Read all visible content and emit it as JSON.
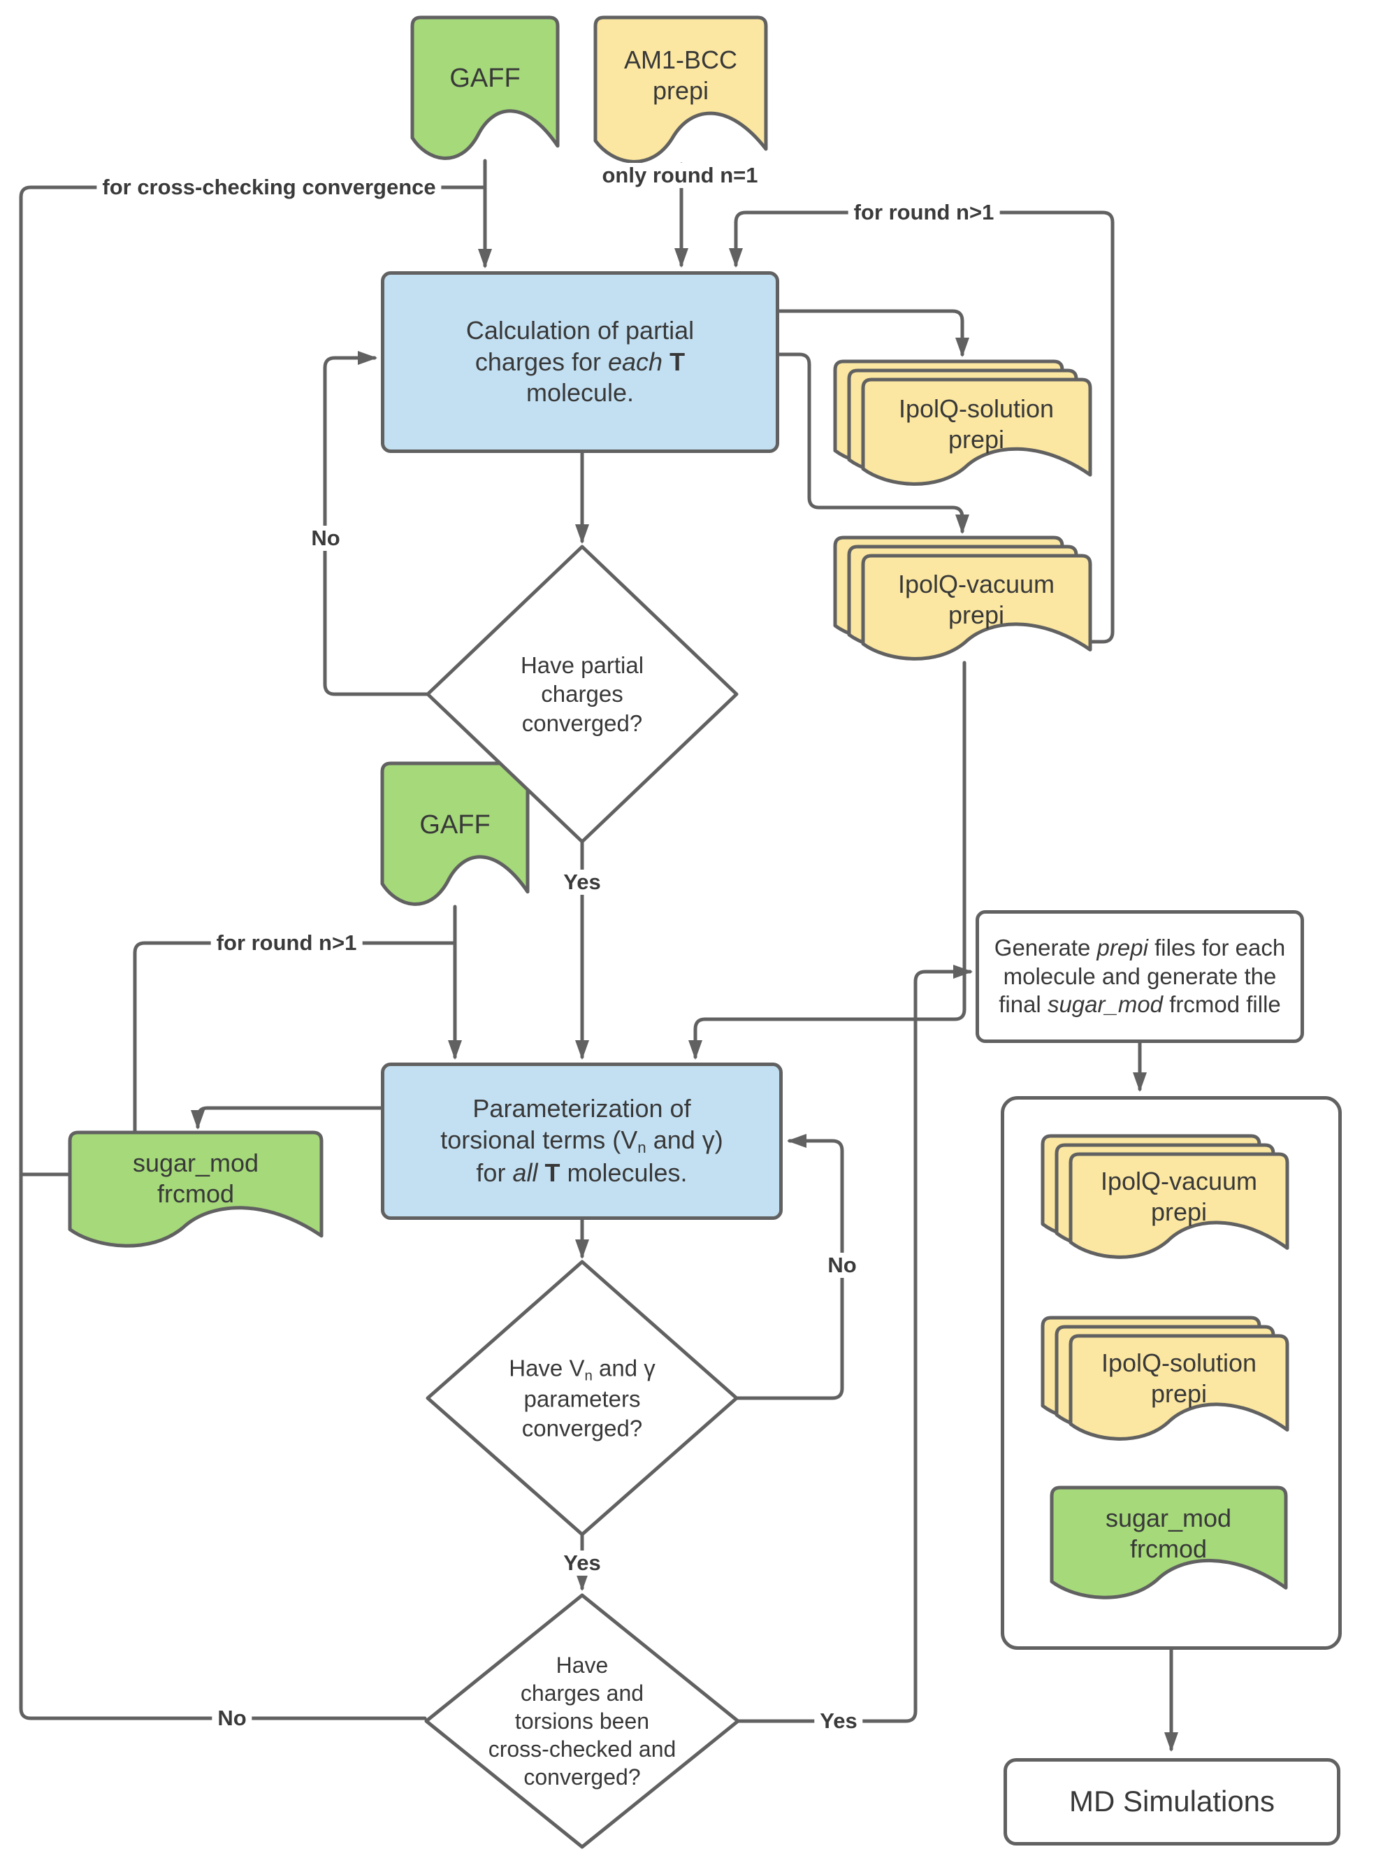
{
  "colors": {
    "green": "#a5d97a",
    "yellow": "#fbe7a1",
    "blue": "#c3e0f2",
    "stroke": "#616161",
    "text": "#383838"
  },
  "nodes": {
    "gaff_top": {
      "label": "GAFF"
    },
    "am1_bcc": {
      "line1": "AM1-BCC",
      "line2": "prepi"
    },
    "calc_charges": {
      "line1": "Calculation of partial",
      "line2_pre": "charges for ",
      "line2_italic": "each",
      "line2_sp": " ",
      "line2_bold": "T",
      "line3": "molecule."
    },
    "ipolq_solution": {
      "line1": "IpolQ-solution",
      "line2": "prepi"
    },
    "ipolq_vacuum": {
      "line1": "IpolQ-vacuum",
      "line2": "prepi"
    },
    "charges_converged": {
      "line1": "Have partial",
      "line2": "charges",
      "line3": "converged?"
    },
    "gaff_mid": {
      "label": "GAFF"
    },
    "sugar_mod": {
      "line1": "sugar_mod",
      "line2": "frcmod"
    },
    "parameterization": {
      "line1": "Parameterization of",
      "line2_pre": "torsional terms (V",
      "line2_sub": "n",
      "line2_post": " and γ)",
      "line3_pre": "for ",
      "line3_italic": "all",
      "line3_sp": " ",
      "line3_bold": "T",
      "line3_post": " molecules."
    },
    "vn_converged": {
      "line1_pre": "Have V",
      "line1_sub": "n",
      "line1_post": " and γ",
      "line2": "parameters",
      "line3": "converged?"
    },
    "cross_checked": {
      "line1": "Have",
      "line2": "charges and",
      "line3": "torsions been",
      "line4": "cross-checked and",
      "line5": "converged?"
    },
    "generate_files": {
      "line1_pre": "Generate ",
      "line1_italic": "prepi",
      "line1_post": " files for each",
      "line2": "molecule and generate the",
      "line3_pre": "final ",
      "line3_italic": "sugar_mod",
      "line3_post": " frcmod fille"
    },
    "out_vacuum": {
      "line1": "IpolQ-vacuum",
      "line2": "prepi"
    },
    "out_solution": {
      "line1": "IpolQ-solution",
      "line2": "prepi"
    },
    "out_sugar": {
      "line1": "sugar_mod",
      "line2": "frcmod"
    },
    "md_sim": {
      "label": "MD Simulations"
    }
  },
  "edge_labels": {
    "cross_checking": "for cross-checking convergence",
    "only_round_n1": "only round n=1",
    "round_n_gt1_top": "for round n>1",
    "round_n_gt1_left": "for round n>1",
    "no1": "No",
    "yes1": "Yes",
    "no2": "No",
    "yes2": "Yes",
    "no3": "No",
    "yes3": "Yes"
  }
}
